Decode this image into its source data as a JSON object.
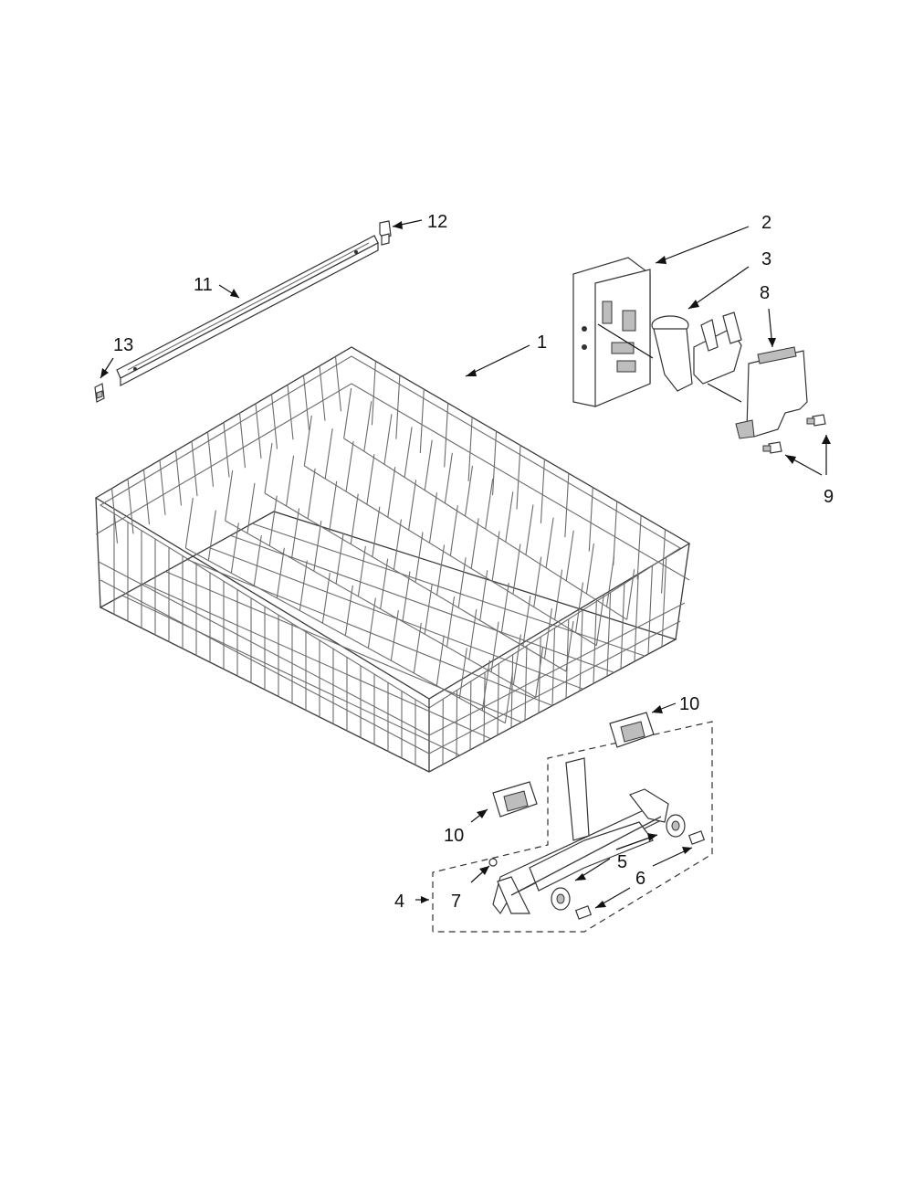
{
  "diagram": {
    "labels": [
      {
        "id": "1",
        "text": "1"
      },
      {
        "id": "2",
        "text": "2"
      },
      {
        "id": "3",
        "text": "3"
      },
      {
        "id": "4",
        "text": "4"
      },
      {
        "id": "5",
        "text": "5"
      },
      {
        "id": "6",
        "text": "6"
      },
      {
        "id": "7",
        "text": "7"
      },
      {
        "id": "8",
        "text": "8"
      },
      {
        "id": "9",
        "text": "9"
      },
      {
        "id": "10a",
        "text": "10"
      },
      {
        "id": "10b",
        "text": "10"
      },
      {
        "id": "11",
        "text": "11"
      },
      {
        "id": "12",
        "text": "12"
      },
      {
        "id": "13",
        "text": "13"
      }
    ]
  }
}
